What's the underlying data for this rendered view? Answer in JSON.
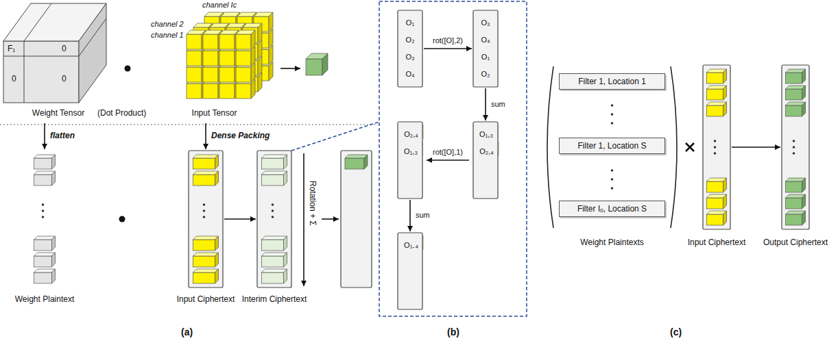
{
  "diagram": {
    "nodes": [
      {
        "text": [
          "F₁",
          "0",
          "0",
          "0",
          "Weight Tensor"
        ]
      },
      {
        "text": [
          "channel Ic",
          "channel 2",
          "channel 1",
          "Input Tensor"
        ]
      },
      {
        "text": [
          "Weight Plaintext"
        ]
      },
      {
        "text": [
          "Input Ciphertext"
        ]
      },
      {
        "text": [
          "Interim Ciphertext"
        ]
      },
      {
        "text": []
      },
      {
        "text": [
          "O₁"
        ],
        "in": 5
      },
      {
        "text": [
          "O₂"
        ],
        "in": 5
      },
      {
        "text": [
          "O₃"
        ],
        "in": 5
      },
      {
        "text": [
          "O₄"
        ],
        "in": 5
      },
      {
        "text": []
      },
      {
        "text": [
          "O₃"
        ],
        "in": 10
      },
      {
        "text": [
          "O₄"
        ],
        "in": 10
      },
      {
        "text": [
          "O₁"
        ],
        "in": 10
      },
      {
        "text": [
          "O₂"
        ],
        "in": 10
      },
      {
        "text": []
      },
      {
        "text": [
          "O₁,₃"
        ],
        "in": 15
      },
      {
        "text": [
          "O₂,₄"
        ],
        "in": 15
      },
      {
        "text": []
      },
      {
        "text": [
          "O₂,₄"
        ],
        "in": 18
      },
      {
        "text": [
          "O₁,₃"
        ],
        "in": 18
      },
      {
        "text": []
      },
      {
        "text": [
          "O₁₋₄"
        ],
        "in": 21
      },
      {
        "text": [
          "Weight Plaintexts"
        ]
      },
      {
        "text": [
          "Filter 1, Location 1"
        ],
        "in": 23
      },
      {
        "text": [
          "Filter 1, Location S"
        ],
        "in": 23
      },
      {
        "text": [
          "Filter Iₒ, Location S"
        ],
        "in": 23
      },
      {
        "text": [
          "Input Ciphertext"
        ]
      },
      {
        "text": [
          "Output Ciphertext"
        ]
      }
    ],
    "edges": [
      {
        "from": 0,
        "to": 2,
        "arrow": "to",
        "label": "flatten"
      },
      {
        "from": 1,
        "to": 3,
        "arrow": "to",
        "label": "Dense Packing"
      },
      {
        "from": 3,
        "to": 4,
        "arrow": "to"
      },
      {
        "from": 5,
        "to": 10,
        "arrow": "to",
        "label": "rot([O],2)"
      },
      {
        "from": 10,
        "to": 15,
        "arrow": "to",
        "label": "sum"
      },
      {
        "from": 15,
        "to": 18,
        "arrow": "to",
        "label": "rot([O],1)"
      },
      {
        "from": 18,
        "to": 21,
        "arrow": "to",
        "label": "sum"
      },
      {
        "from": 27,
        "to": 28,
        "arrow": "to"
      }
    ],
    "labels": [
      "(Dot Product)",
      "Rotation + Σ",
      "(a)",
      "(b)",
      "(c)"
    ]
  }
}
